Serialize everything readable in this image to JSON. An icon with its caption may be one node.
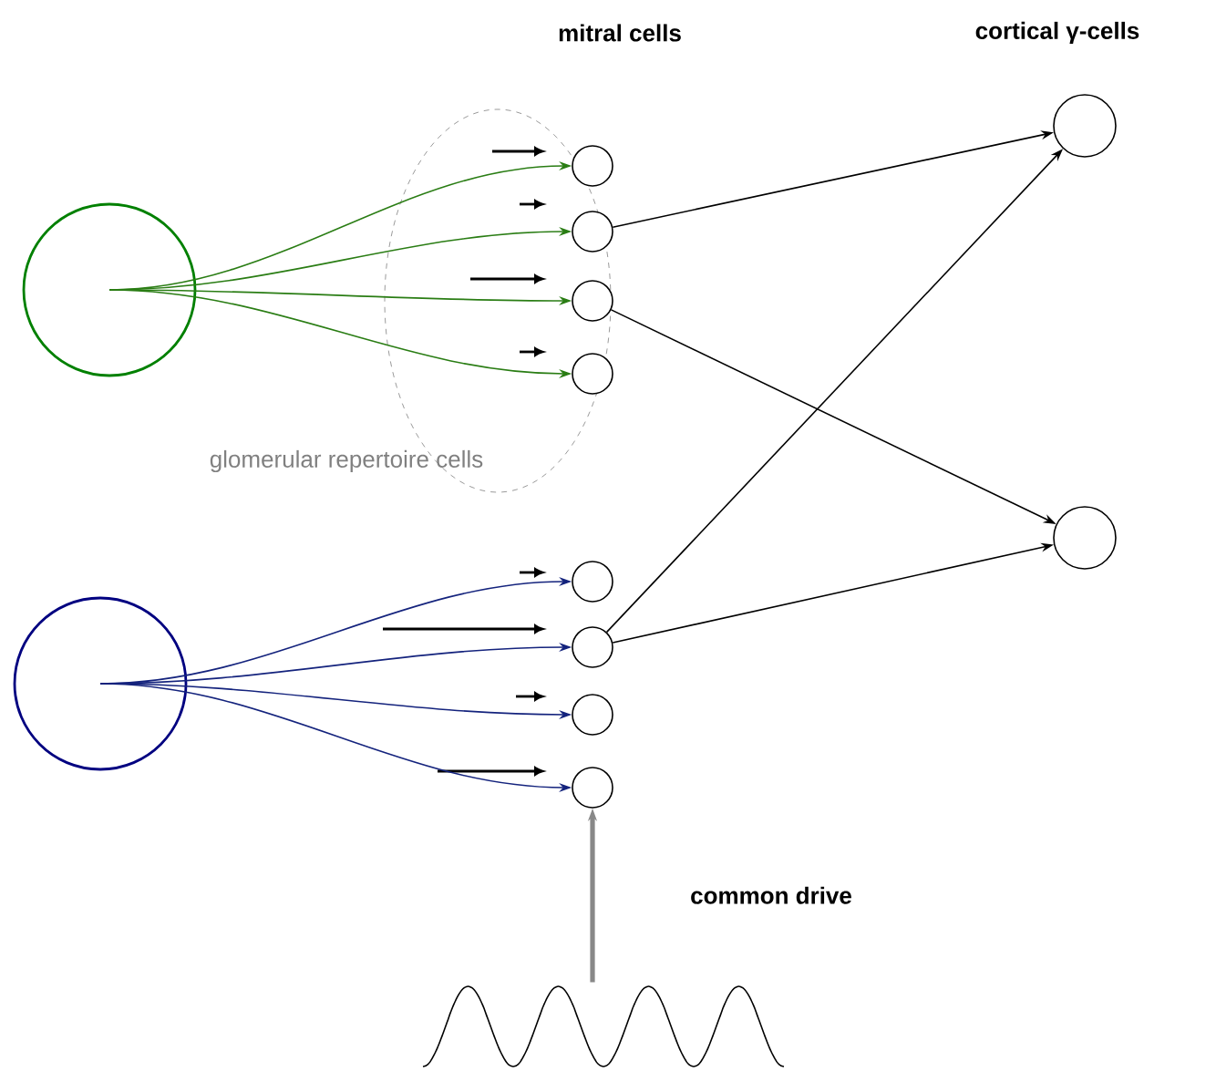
{
  "diagram": {
    "nodes": [
      {
        "text": [
          "glomerular repertoire cells"
        ]
      },
      {
        "text": [],
        "shape": "circle"
      },
      {
        "text": [],
        "shape": "circle",
        "in": 0
      },
      {
        "text": [],
        "shape": "circle",
        "in": 0
      },
      {
        "text": [],
        "shape": "circle",
        "in": 0
      },
      {
        "text": [],
        "shape": "circle",
        "in": 0
      },
      {
        "text": [],
        "shape": "circle"
      },
      {
        "text": [],
        "shape": "circle"
      },
      {
        "text": [],
        "shape": "circle"
      },
      {
        "text": [],
        "shape": "circle"
      },
      {
        "text": [],
        "shape": "circle"
      },
      {
        "text": [],
        "shape": "circle"
      },
      {
        "text": [],
        "shape": "circle"
      },
      {
        "text": [],
        "shape": "picture"
      }
    ],
    "edges": [
      {
        "from": 1,
        "to": 2,
        "arrow": "to",
        "color": "#2a7d14"
      },
      {
        "from": 1,
        "to": 3,
        "arrow": "to",
        "color": "#2a7d14"
      },
      {
        "from": 1,
        "to": 4,
        "arrow": "to",
        "color": "#2a7d14"
      },
      {
        "from": 1,
        "to": 5,
        "arrow": "to",
        "color": "#2a7d14"
      },
      {
        "from": 6,
        "to": 7,
        "arrow": "to",
        "color": "#14237d"
      },
      {
        "from": 6,
        "to": 8,
        "arrow": "to",
        "color": "#14237d"
      },
      {
        "from": 6,
        "to": 9,
        "arrow": "to",
        "color": "#14237d"
      },
      {
        "from": 6,
        "to": 10,
        "arrow": "to",
        "color": "#14237d"
      },
      {
        "from": 3,
        "to": 11,
        "arrow": "to",
        "color": "#000000"
      },
      {
        "from": 4,
        "to": 12,
        "arrow": "to",
        "color": "#000000"
      },
      {
        "from": 8,
        "to": 11,
        "arrow": "to",
        "color": "#000000"
      },
      {
        "from": 8,
        "to": 12,
        "arrow": "to",
        "color": "#000000"
      },
      {
        "from": 13,
        "to": 10,
        "arrow": "to",
        "label": "common drive",
        "style": "thick",
        "color": "#888888"
      }
    ],
    "labels": [
      "mitral cells",
      "cortical γ-cells"
    ]
  }
}
